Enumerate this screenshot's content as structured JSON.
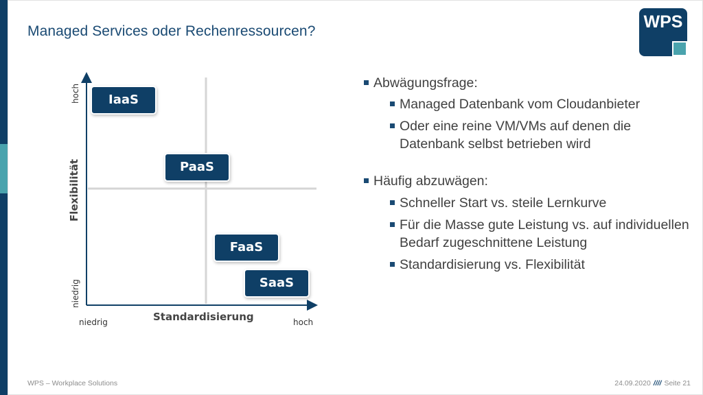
{
  "slide": {
    "title": "Managed Services oder Rechenressourcen?",
    "logo_text": "WPS"
  },
  "diagram": {
    "x_axis_title": "Standardisierung",
    "y_axis_title": "Flexibilität",
    "x_low": "niedrig",
    "x_high": "hoch",
    "y_low": "niedrig",
    "y_high": "hoch",
    "quadrant_items": [
      "IaaS",
      "PaaS",
      "FaaS",
      "SaaS"
    ]
  },
  "bullets": [
    {
      "level": 1,
      "text": "Abwägungsfrage:"
    },
    {
      "level": 2,
      "text": "Managed Datenbank vom Cloudanbieter"
    },
    {
      "level": 2,
      "text": "Oder eine reine VM/VMs auf denen die Datenbank selbst betrieben wird"
    },
    {
      "level": 1,
      "text": "Häufig abzuwägen:"
    },
    {
      "level": 2,
      "text": "Schneller Start vs. steile Lernkurve"
    },
    {
      "level": 2,
      "text": "Für die Masse gute Leistung vs. auf individuellen Bedarf zugeschnittene Leistung"
    },
    {
      "level": 2,
      "text": "Standardisierung vs. Flexibilität"
    }
  ],
  "footer": {
    "left": "WPS – Workplace Solutions",
    "date": "24.09.2020",
    "separator": "////",
    "page": "Seite 21"
  },
  "colors": {
    "primary": "#0f3f66",
    "accent": "#4aa3ad",
    "text": "#404040"
  }
}
